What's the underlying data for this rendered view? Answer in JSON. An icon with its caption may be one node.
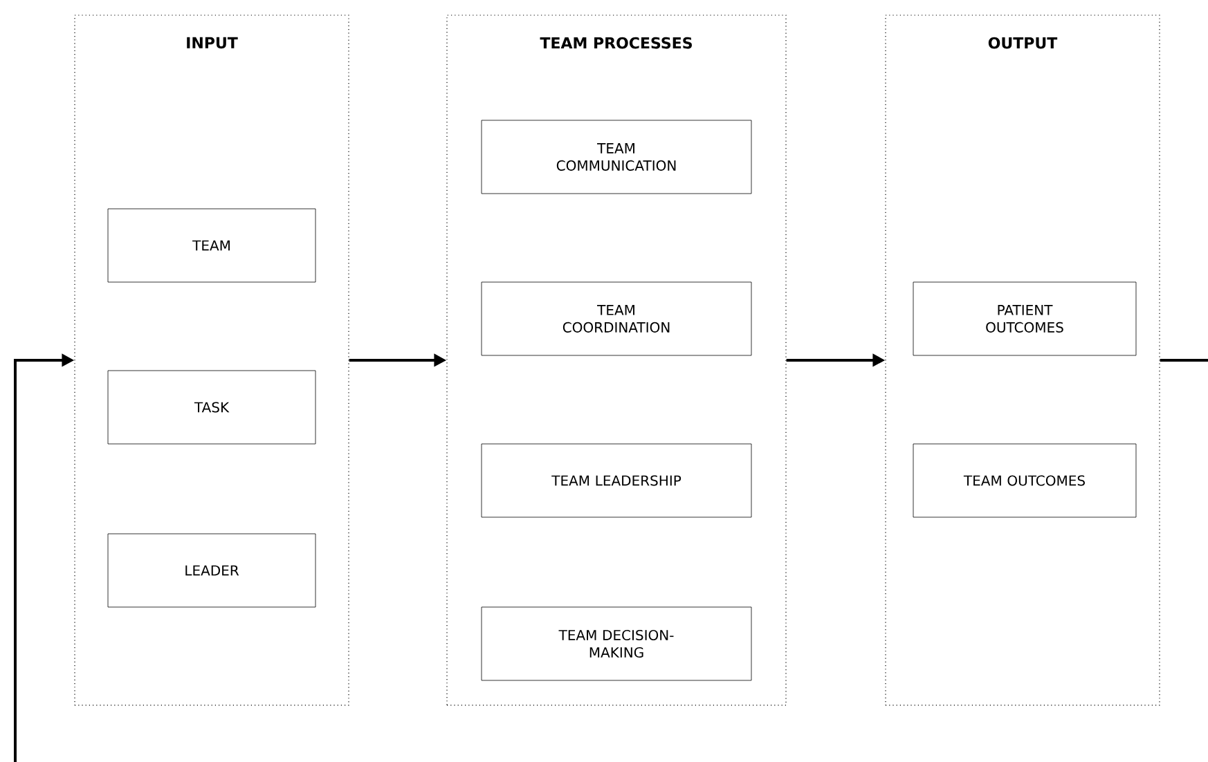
{
  "diagram": {
    "nodes": [
      {
        "text": [
          "INPUT"
        ]
      },
      {
        "text": [
          "TEAM"
        ],
        "in": 0
      },
      {
        "text": [
          "TASK"
        ],
        "in": 0
      },
      {
        "text": [
          "LEADER"
        ],
        "in": 0
      },
      {
        "text": [
          "TEAM PROCESSES"
        ]
      },
      {
        "text": [
          "TEAM COMMUNICATION"
        ],
        "in": 4
      },
      {
        "text": [
          "TEAM COORDINATION"
        ],
        "in": 4
      },
      {
        "text": [
          "TEAM LEADERSHIP"
        ],
        "in": 4
      },
      {
        "text": [
          "TEAM DECISION-MAKING"
        ],
        "in": 4
      },
      {
        "text": [
          "OUTPUT"
        ]
      },
      {
        "text": [
          "PATIENT OUTCOMES"
        ],
        "in": 9
      },
      {
        "text": [
          "TEAM OUTCOMES"
        ],
        "in": 9
      }
    ],
    "edges": [
      {
        "from": 0,
        "to": 4,
        "arrow": "to"
      },
      {
        "from": 4,
        "to": 9,
        "arrow": "to"
      },
      {
        "from": 9,
        "to": null,
        "arrow": "none"
      },
      {
        "from": null,
        "to": 0,
        "arrow": "to"
      }
    ]
  }
}
